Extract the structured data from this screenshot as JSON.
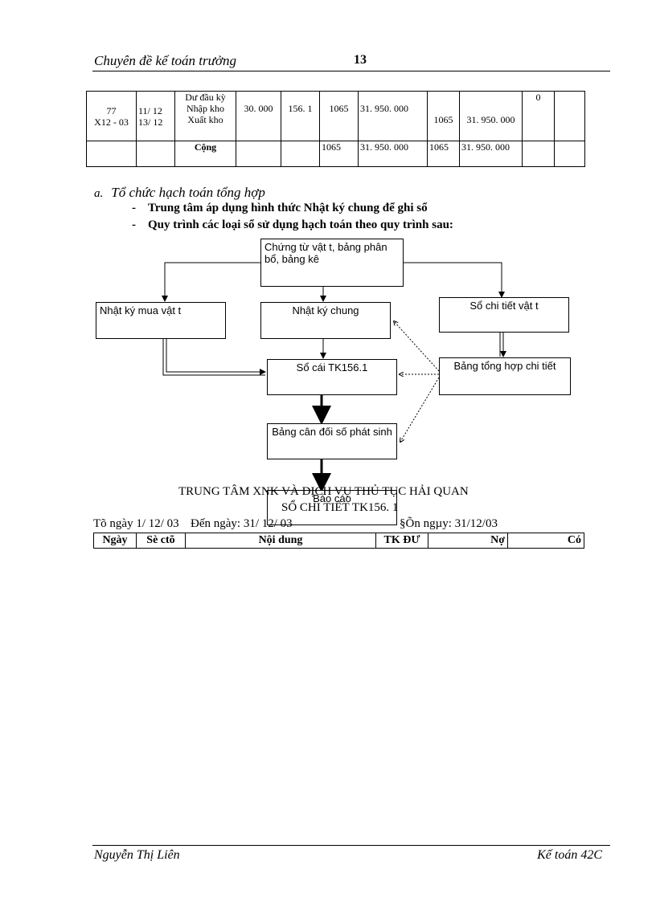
{
  "header": {
    "title": "Chuyên đề kế toán trưởng",
    "page_number": "13"
  },
  "table1": {
    "row1": {
      "doc_no": "77",
      "doc_code": "X12 - 03",
      "dates": [
        "11/ 12",
        "13/ 12"
      ],
      "descriptions": [
        "Dư đầu kỳ",
        "Nhập kho",
        "Xuất kho"
      ],
      "price": "30. 000",
      "account": "156. 1",
      "qty_in": "1065",
      "value_in": "31. 950. 000",
      "qty_out": "1065",
      "value_out": "31. 950. 000",
      "balance": "0"
    },
    "row2": {
      "label": "Cộng",
      "qty_in": "1065",
      "value_in": "31. 950. 000",
      "qty_out": "1065",
      "value_out": "31. 950. 000"
    }
  },
  "section_a": {
    "label": "a.",
    "title": "Tổ chức hạch toán tổng hợp",
    "bullets": [
      "Trung tâm áp dụng hình thức Nhật ký chung để ghi sổ",
      "Quy trình các loại sổ sử dụng hạch toán theo quy trình sau:"
    ]
  },
  "flowchart": {
    "source": "Chứng từ vật t, bảng phân bổ, bảng kê",
    "purchase_journal": "Nhật ký mua vật t",
    "general_journal": "Nhật ký chung",
    "detail_ledger": "Sổ chi tiết vật t",
    "general_ledger": "Sổ cái TK156.1",
    "detail_summary": "Bảng tổng hợp chi tiết",
    "trial_balance": "Bảng cân đối số phát sinh",
    "report": "Báo cáo"
  },
  "ledger": {
    "org": "TRUNG TÂM XNK VÀ DỊCH VỤ THỦ TỤC HẢI QUAN",
    "title": "SỔ CHI TIẾT TK156. 1",
    "from": "Tõ ngày 1/ 12/ 03",
    "to": "Đến ngày: 31/ 12/ 03",
    "confirmed": "§Õn ngµy: 31/12/03",
    "columns": [
      "Ngày",
      "Sè ctõ",
      "Nội dung",
      "TK ĐƯ",
      "Nợ",
      "Có"
    ]
  },
  "footer": {
    "author": "Nguyễn Thị Liên",
    "class": "Kế toán 42C"
  }
}
